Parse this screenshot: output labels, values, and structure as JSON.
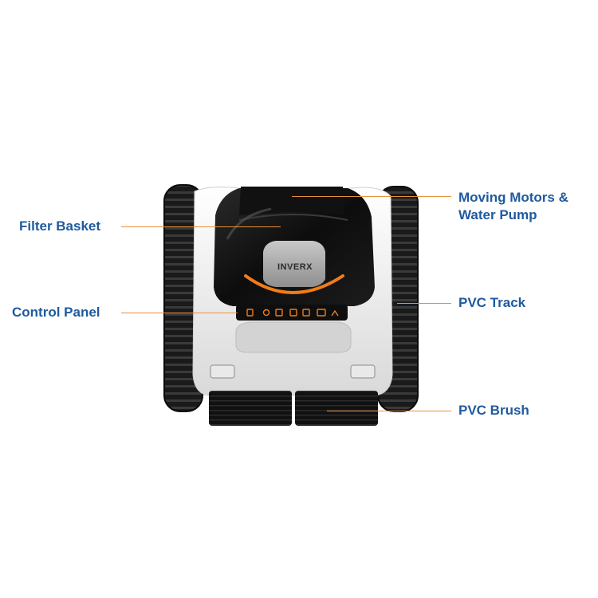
{
  "brand": {
    "logo_text": "INVERX"
  },
  "callouts": {
    "moving_motors_line1": "Moving Motors &",
    "moving_motors_line2": "Water Pump",
    "filter_basket": "Filter Basket",
    "control_panel": "Control Panel",
    "pvc_track": "PVC Track",
    "pvc_brush": "PVC Brush"
  },
  "colors": {
    "label": "#1f5a9e",
    "leader_line": "#e8903a",
    "accent_orange": "#f07c1a",
    "body_black": "#121212",
    "body_white": "#f2f2f2"
  }
}
